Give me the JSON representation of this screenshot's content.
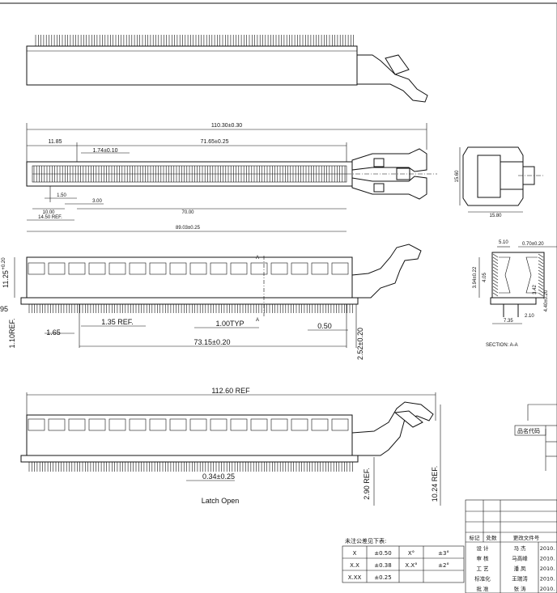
{
  "drawing": {
    "top_view_dims": {
      "overall_length": "110.30±0.30",
      "left_offset": "11.85",
      "pin_block": "71.65±0.25",
      "pitch": "1.74±0.10",
      "key_offset": "1.50",
      "dim_10": "10.00",
      "dim_3": "3.00",
      "dim_70": "70.00",
      "dim_1450": "14.50 REF.",
      "dim_89": "89.03±0.25",
      "end_width": "15.60",
      "end_depth": "15.80"
    },
    "front_view_dims": {
      "height": "11.25",
      "height_tol": "+0.20",
      "left_small": "95",
      "ref_110": "1.10REF.",
      "dim_165": "1.65",
      "dim_135": "1.35 REF.",
      "dim_100": "1.00TYP",
      "dim_050": "0.50",
      "dim_7315": "73.15±0.20",
      "dim_252": "2.52±0.20",
      "section_mark": "A"
    },
    "section_dims": {
      "d510": "5.10",
      "d070": "0.70±0.20",
      "d394": "3.94±0.22",
      "d405": "4.05",
      "d342": "3.42",
      "d440": "4.40±0.20",
      "d210": "2.10",
      "d735": "7.35",
      "label": "SECTION: A-A"
    },
    "open_view_dims": {
      "overall": "112.60 REF",
      "d034": "0.34±0.25",
      "d290": "2.90 REF.",
      "d1024": "10.24 REF.",
      "label": "Latch Open"
    }
  },
  "tolerance_table": {
    "title": "未注公差见下表:",
    "rows": [
      [
        "X",
        "±0.50",
        "X°",
        "±3°"
      ],
      [
        "X.X",
        "±0.38",
        "X.X°",
        "±2°"
      ],
      [
        "X.XX",
        "±0.25",
        "",
        ""
      ]
    ]
  },
  "code_box": {
    "label": "品名代码"
  },
  "title_block": {
    "header": [
      "标记",
      "处数",
      "更改文件号"
    ],
    "rows": [
      [
        "设 计",
        "马 杰",
        "2010."
      ],
      [
        "审 核",
        "马高峰",
        "2010."
      ],
      [
        "工 艺",
        "潘 凤",
        "2010."
      ],
      [
        "标准化",
        "王瑞涛",
        "2010."
      ],
      [
        "批 准",
        "张 涛",
        "2010."
      ]
    ]
  }
}
